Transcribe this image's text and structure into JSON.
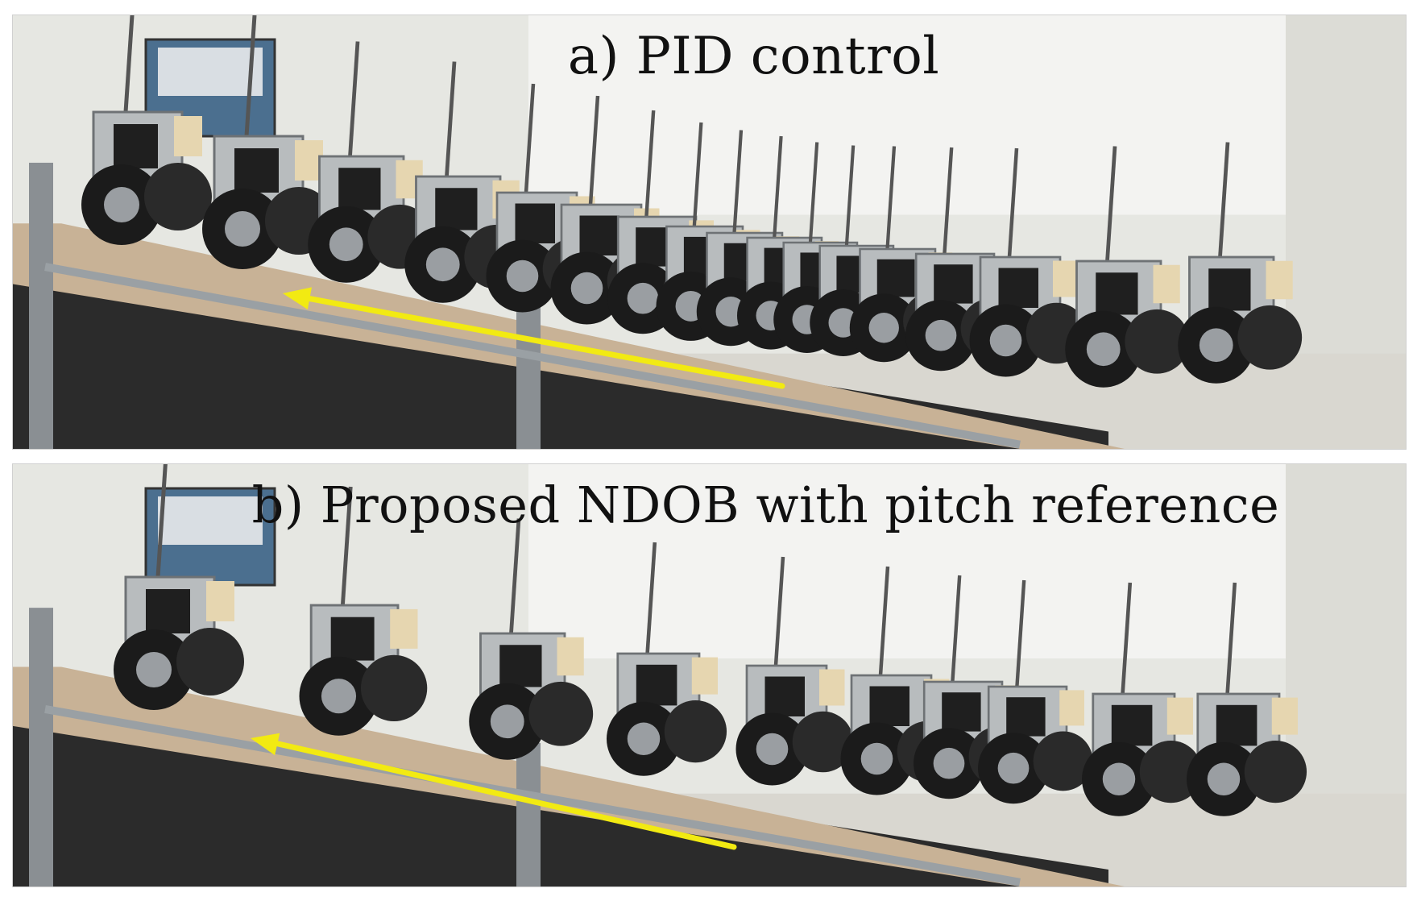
{
  "panels": [
    {
      "id": "a",
      "caption": "a) PID control"
    },
    {
      "id": "b",
      "caption": "b) Proposed NDOB with pitch reference"
    }
  ],
  "colors": {
    "arrow": "#f2ea12",
    "wall": "#e6e7e2",
    "ramp": "#c8b296",
    "wheel": "#1b1b1b"
  },
  "icons": [
    "robot-icon",
    "wheel-icon",
    "arrow-icon",
    "ramp-icon"
  ]
}
